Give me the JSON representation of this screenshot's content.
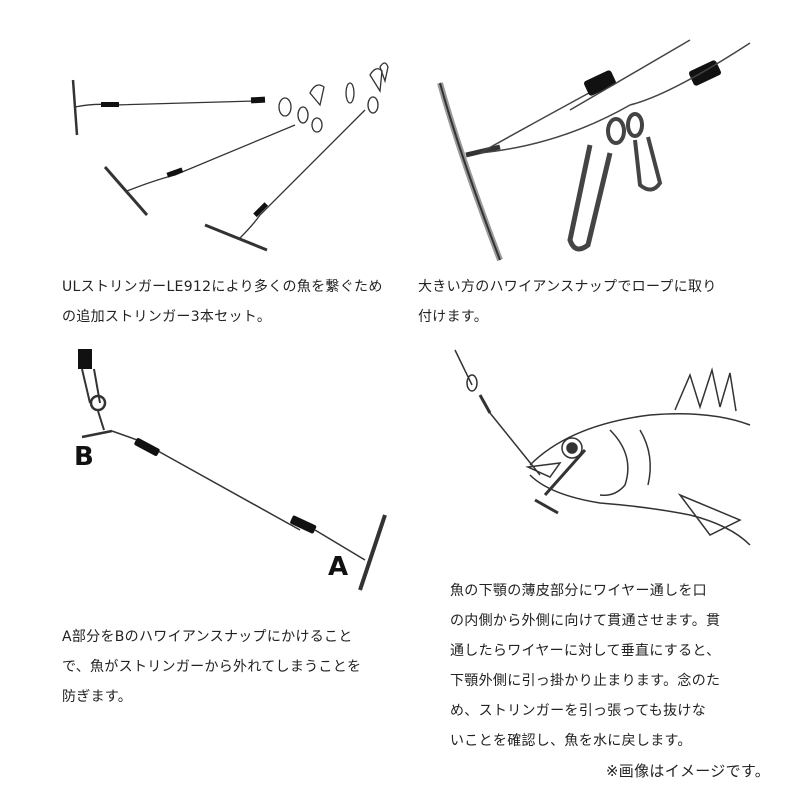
{
  "captions": {
    "top_left": "ULストリンガーLE912により多くの魚を繋ぐため\nの追加ストリンガー3本セット。",
    "top_right": "大きい方のハワイアンスナップでロープに取り\n付けます。",
    "bottom_left": "A部分をBのハワイアンスナップにかけること\nで、魚がストリンガーから外れてしまうことを\n防ぎます。",
    "bottom_right": "魚の下顎の薄皮部分にワイヤー通しを口\nの内側から外側に向けて貫通させます。貫\n通したらワイヤーに対して垂直にすると、\n下顎外側に引っ掛かり止まります。念のた\nめ、ストリンガーを引っ張っても抜けな\nいことを確認し、魚を水に戻します。"
  },
  "labels": {
    "a": "A",
    "b": "B"
  },
  "note": "※画像はイメージです。",
  "colors": {
    "ink": "#222222",
    "sleeve": "#111111",
    "metal": "#6b6b6b"
  }
}
